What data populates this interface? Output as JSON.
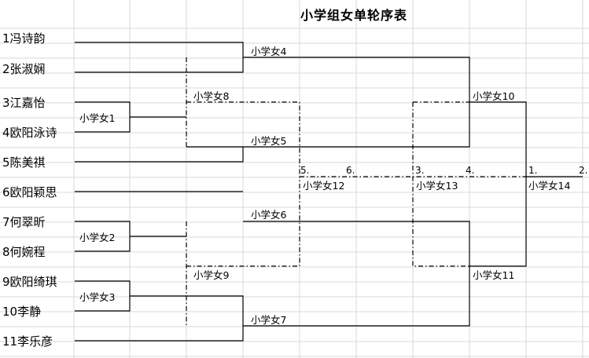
{
  "title": "小学组女单轮序表",
  "players": [
    "1冯诗韵",
    "2张淑娴",
    "3江嘉怡",
    "4欧阳泳诗",
    "5陈美祺",
    "6欧阳颖思",
    "7何翠昕",
    "8何婉程",
    "9欧阳绮琪",
    "10李静",
    "11李乐彦"
  ],
  "matches": {
    "m1": "小学女1",
    "m2": "小学女2",
    "m3": "小学女3",
    "m4": "小学女4",
    "m5": "小学女5",
    "m6": "小学女6",
    "m7": "小学女7",
    "m8": "小学女8",
    "m9": "小学女9",
    "m10": "小学女10",
    "m11": "小学女11",
    "m12": "小学女12",
    "m13": "小学女13",
    "m14": "小学女14"
  },
  "placements": {
    "p5": "5.",
    "p6": "6.",
    "p3": "3.",
    "p4": "4.",
    "p1": "1.",
    "p2": "2."
  },
  "colors": {
    "grid": "#d9d9d9",
    "line": "#000000"
  }
}
